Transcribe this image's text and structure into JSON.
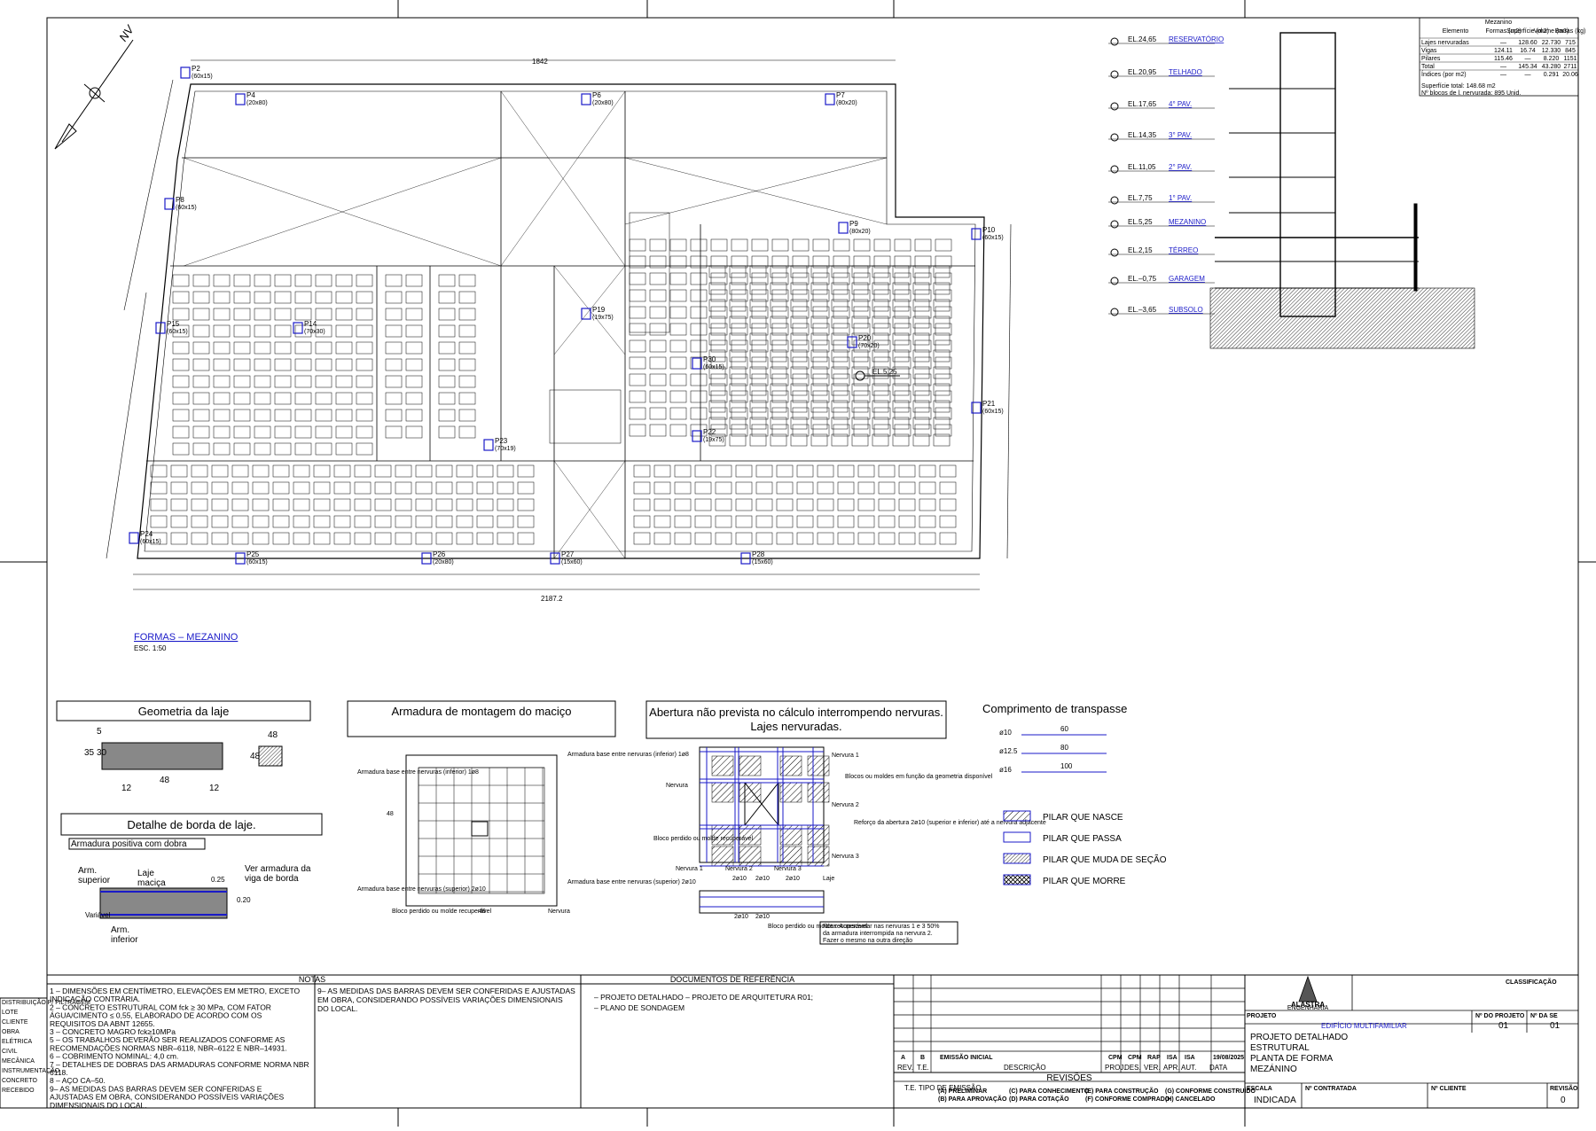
{
  "drawing": {
    "north": "NV",
    "plan_title": "FORMAS – MEZANINO",
    "plan_scale": "ESC. 1:50",
    "total_width": "2187.2",
    "top_width": "1842",
    "el_label": "EL.5,25"
  },
  "pillars": [
    {
      "name": "P2",
      "size": "(60x15)"
    },
    {
      "name": "P4",
      "size": "(20x80)"
    },
    {
      "name": "P6",
      "size": "(20x80)"
    },
    {
      "name": "P7",
      "size": "(80x20)"
    },
    {
      "name": "P8",
      "size": "(60x15)"
    },
    {
      "name": "P9",
      "size": "(80x20)"
    },
    {
      "name": "P10",
      "size": "(60x15)"
    },
    {
      "name": "P14",
      "size": "(70x30)"
    },
    {
      "name": "P15",
      "size": "(60x15)"
    },
    {
      "name": "P20",
      "size": "(70x20)"
    },
    {
      "name": "P21",
      "size": "(60x15)"
    },
    {
      "name": "P22",
      "size": "(19x75)"
    },
    {
      "name": "P23",
      "size": "(70x19)"
    },
    {
      "name": "P24",
      "size": "(60x15)"
    },
    {
      "name": "P25",
      "size": "(60x15)"
    },
    {
      "name": "P26",
      "size": "(20x80)"
    },
    {
      "name": "P27",
      "size": "(15x60)"
    },
    {
      "name": "P28",
      "size": "(15x60)"
    },
    {
      "name": "P30",
      "size": "(60x15)"
    },
    {
      "name": "P19",
      "size": "(19x75)"
    }
  ],
  "elevations": [
    {
      "el": "EL.24,65",
      "name": "RESERVATÓRIO"
    },
    {
      "el": "EL.20,95",
      "name": "TELHADO"
    },
    {
      "el": "EL.17,65",
      "name": "4° PAV."
    },
    {
      "el": "EL.14,35",
      "name": "3° PAV."
    },
    {
      "el": "EL.11,05",
      "name": "2° PAV."
    },
    {
      "el": "EL.7,75",
      "name": "1° PAV."
    },
    {
      "el": "EL.5,25",
      "name": "MEZANINO"
    },
    {
      "el": "EL.2,15",
      "name": "TÉRREO"
    },
    {
      "el": "EL.–0,75",
      "name": "GARAGEM"
    },
    {
      "el": "EL.–3,65",
      "name": "SUBSOLO"
    }
  ],
  "summary_table": {
    "title": "Mezanino",
    "headers": [
      "Elemento",
      "Formas (m2)",
      "Superfície (m2)",
      "Volume (m3)",
      "Barras (kg)"
    ],
    "rows": [
      [
        "Lajes nervuradas",
        "—",
        "128.60",
        "22.730",
        "715"
      ],
      [
        "Vigas",
        "124.11",
        "16.74",
        "12.330",
        "845"
      ],
      [
        "Pilares",
        "115.46",
        "—",
        "8.220",
        "1151"
      ],
      [
        "Total",
        "—",
        "145.34",
        "43.280",
        "2711"
      ],
      [
        "Índices (por m2)",
        "—",
        "—",
        "0.291",
        "20.06"
      ]
    ],
    "footer1": "Superfície total: 148.68 m2",
    "footer2": "Nº blocos de l. nervurada: 895 Unid."
  },
  "details": {
    "geometria_title": "Geometria da laje",
    "geo_dims": [
      "48",
      "5",
      "30",
      "35",
      "12",
      "48",
      "12",
      "48",
      "48"
    ],
    "borda_title": "Detalhe de borda de laje.",
    "borda_sub": "Armadura positiva com dobra",
    "borda_labels": [
      "Arm. superior",
      "Laje maciça",
      "Ver armadura da viga de borda",
      "Arm. inferior",
      "0.25",
      "0.20",
      "Variável"
    ],
    "macico_title": "Armadura de montagem do maciço",
    "macico_labels": [
      "Armadura base entre nervuras (inferior) 1ø8",
      "Armadura base entre nervuras (inferior) 1ø8",
      "Armadura base entre nervuras (superior) 2ø10",
      "Armadura base entre nervuras (superior) 2ø10",
      "Bloco perdido ou molde recuperável",
      "Nervura",
      "48",
      "48"
    ],
    "abertura_title1": "Abertura não prevista no cálculo interrompendo nervuras.",
    "abertura_title2": "Lajes nervuradas.",
    "abertura_labels": [
      "Nervura 1",
      "Nervura",
      "Blocos ou moldes em função da geometria disponível",
      "Nervura 2",
      "Reforço da abertura 2ø10 (superior e inferior) até a nervura adjacente",
      "Bloco perdido ou molde recuperável",
      "Nervura 3",
      "Nervura 1",
      "Nervura 2",
      "Nervura 3",
      "Laje",
      "2ø10",
      "2ø10",
      "2ø10",
      "2ø10",
      "2ø10",
      "Bloco perdido ou molde recuperável"
    ],
    "abertura_note": "Nota: Acrescentar nas nervuras 1 e 3 50% da armadura interrompida na nervura 2. Fazer o mesmo na outra direção",
    "transpasse_title": "Comprimento de transpasse",
    "transpasse": [
      {
        "d": "ø10",
        "v": "60"
      },
      {
        "d": "ø12.5",
        "v": "80"
      },
      {
        "d": "ø16",
        "v": "100"
      }
    ],
    "legend": [
      {
        "label": "PILAR QUE NASCE",
        "type": "hatch"
      },
      {
        "label": "PILAR QUE PASSA",
        "type": "empty"
      },
      {
        "label": "PILAR QUE MUDA DE SEÇÃO",
        "type": "dense"
      },
      {
        "label": "PILAR QUE MORRE",
        "type": "cross"
      }
    ]
  },
  "notes": {
    "title": "NOTAS",
    "left": [
      "1 – DIMENSÕES EM CENTÍMETRO, ELEVAÇÕES EM METRO, EXCETO",
      "     INDICAÇÃO CONTRÁRIA.",
      "2 – CONCRETO ESTRUTURAL COM fck ≥ 30 MPa, COM FATOR",
      "     ÁGUA/CIMENTO ≤ 0,55, ELABORADO DE ACORDO COM OS",
      "     REQUISITOS DA ABNT 12655.",
      "3 – CONCRETO MAGRO  fck≥10MPa",
      "5 – OS TRABALHOS DEVERÃO SER REALIZADOS CONFORME AS",
      "     RECOMENDAÇÕES NORMAS NBR–6118, NBR–6122 E NBR–14931.",
      "6 – COBRIMENTO NOMINAL: 4,0 cm.",
      "7 – DETALHES DE DOBRAS DAS ARMADURAS CONFORME NORMA NBR",
      "     6118.",
      "8 – AÇO CA–50.",
      "9–   AS MEDIDAS DAS BARRAS DEVEM SER CONFERIDAS E",
      "     AJUSTADAS EM OBRA, CONSIDERANDO POSSÍVEIS VARIAÇÕES",
      "     DIMENSIONAIS DO LOCAL."
    ],
    "right": [
      "9–   AS MEDIDAS DAS BARRAS DEVEM SER CONFERIDAS E AJUSTADAS",
      "     EM OBRA, CONSIDERANDO POSSÍVEIS VARIAÇÕES DIMENSIONAIS",
      "     DO LOCAL."
    ]
  },
  "references": {
    "title": "DOCUMENTOS DE REFERÊNCIA",
    "items": [
      "–    PROJETO DETALHADO – PROJETO DE ARQUITETURA R01;",
      "–    PLANO DE SONDAGEM"
    ]
  },
  "revisions": {
    "row": [
      "A",
      "B",
      "EMISSÃO INICIAL",
      "CPM",
      "CPM",
      "RAP",
      "ISA",
      "ISA",
      "19/08/2025"
    ],
    "headers": [
      "REV.",
      "T.E.",
      "DESCRIÇÃO",
      "PROJ.",
      "DES.",
      "VER.",
      "APR.",
      "AUT.",
      "DATA"
    ],
    "title": "REVISÕES",
    "te_label": "T.E. TIPO DE EMISSÃO",
    "types": [
      "(A) PRELIMINAR",
      "(B) PARA APROVAÇÃO",
      "(C) PARA CONHECIMENTO",
      "(D) PARA COTAÇÃO",
      "(E) PARA CONSTRUÇÃO",
      "(F) CONFORME COMPRADO",
      "(G) CONFORME CONSTRUÍDO",
      "(H) CANCELADO"
    ]
  },
  "titleblock": {
    "company": "ALASTRA",
    "company_sub": "ENGENHARIA",
    "classificacao": "CLASSIFICAÇÃO",
    "projeto_label": "PROJETO",
    "projeto": "EDIFÍCIO MULTIFAMILIAR",
    "nproj_label": "Nº DO PROJETO",
    "nproj": "01",
    "nfolha_label": "Nº DA SE",
    "nfolha": "01",
    "desc": [
      "PROJETO DETALHADO",
      "ESTRUTURAL",
      "PLANTA DE FORMA",
      "MEZÁNINO"
    ],
    "escala_label": "ESCALA",
    "escala": "INDICADA",
    "contratada_label": "Nº CONTRATADA",
    "cliente_label": "Nº CLIENTE",
    "revisao_label": "REVISÃO",
    "revisao": "0"
  },
  "stamp": {
    "lines": [
      "DISTRIBUIÇÃO P/ FILTRAGEM",
      "LOTE",
      "CLIENTE",
      "OBRA",
      "ELÉTRICA",
      "CIVIL",
      "MECÂNICA",
      "INSTRUMENTAÇÃO",
      "CONCRETO",
      "RECEBIDO"
    ]
  }
}
